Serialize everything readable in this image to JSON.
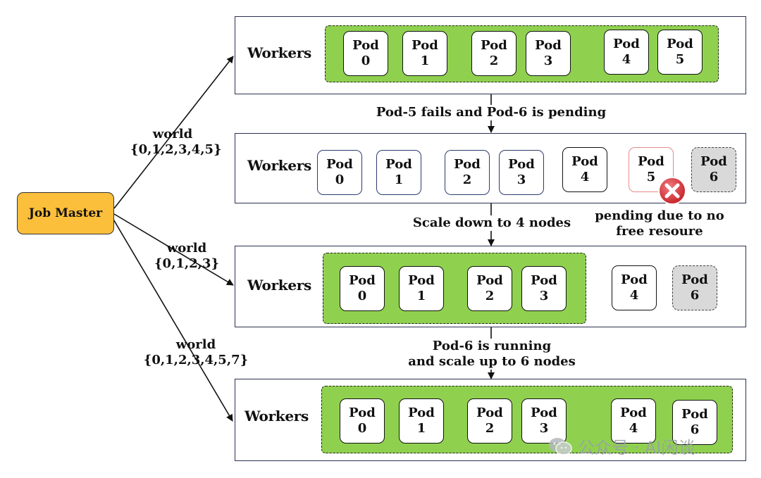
{
  "job_master": {
    "label": "Job Master"
  },
  "workers_label": "Workers",
  "pod_word": "Pod",
  "world_labels": [
    {
      "line1": "world",
      "line2": "{0,1,2,3,4,5}"
    },
    {
      "line1": "world",
      "line2": "{0,1,2,3}"
    },
    {
      "line1": "world",
      "line2": "{0,1,2,3,4,5,7}"
    }
  ],
  "transitions": [
    {
      "line1": "Pod-5 fails and Pod-6 is pending"
    },
    {
      "line1": "Scale down to 4 nodes"
    },
    {
      "line1": "Pod-6 is running",
      "line2": "and scale up to 6 nodes"
    }
  ],
  "pending_note": {
    "line1": "pending due to no",
    "line2": "free resoure"
  },
  "panels": [
    {
      "pods": [
        {
          "id": "0"
        },
        {
          "id": "1"
        },
        {
          "id": "2"
        },
        {
          "id": "3"
        },
        {
          "id": "4"
        },
        {
          "id": "5"
        }
      ]
    },
    {
      "pods": [
        {
          "id": "0",
          "state": "idle"
        },
        {
          "id": "1",
          "state": "idle"
        },
        {
          "id": "2",
          "state": "idle"
        },
        {
          "id": "3",
          "state": "idle"
        },
        {
          "id": "4",
          "state": "idle"
        },
        {
          "id": "5",
          "state": "failed"
        },
        {
          "id": "6",
          "state": "pending"
        }
      ]
    },
    {
      "pods": [
        {
          "id": "0"
        },
        {
          "id": "1"
        },
        {
          "id": "2"
        },
        {
          "id": "3"
        },
        {
          "id": "4",
          "state": "outside"
        },
        {
          "id": "6",
          "state": "pending"
        }
      ]
    },
    {
      "pods": [
        {
          "id": "0"
        },
        {
          "id": "1"
        },
        {
          "id": "2"
        },
        {
          "id": "3"
        },
        {
          "id": "4"
        },
        {
          "id": "6"
        }
      ]
    }
  ],
  "watermark": {
    "text": "公众号 · AI闲谈",
    "icon": "wechat-icon"
  },
  "colors": {
    "job_master_fill": "#fbbf3b",
    "group_fill": "#8fd14f",
    "pending_fill": "#d9d9d9",
    "failed_border": "#e58a8a",
    "fail_icon": "#d9363e"
  }
}
